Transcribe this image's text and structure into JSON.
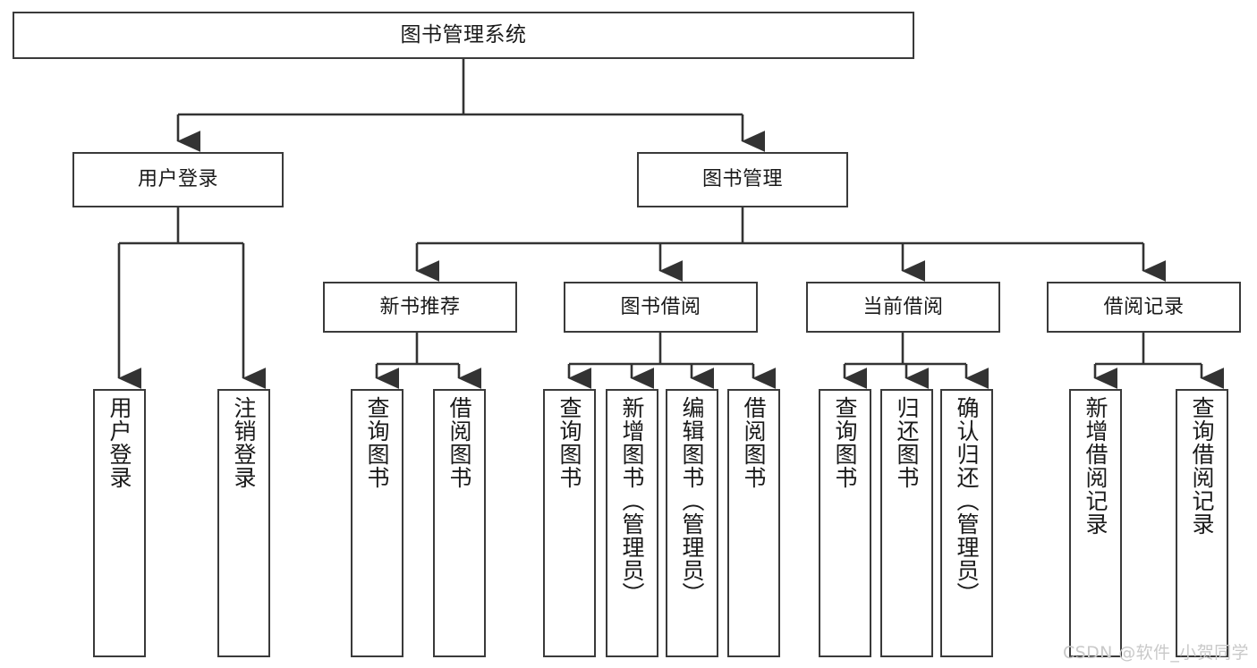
{
  "diagram": {
    "title": "图书管理系统",
    "type": "tree-hierarchy",
    "orientation": "top-down",
    "colors": {
      "box_border": "#3a3a3a",
      "box_fill": "#ffffff",
      "edge": "#333333",
      "text": "#1a1a1a",
      "background": "#ffffff",
      "watermark": "#c9c9c9"
    },
    "watermark": "CSDN @软件_小贺同学"
  },
  "nodes": {
    "root": {
      "label": "图书管理系统"
    },
    "level1": [
      {
        "label": "用户登录"
      },
      {
        "label": "图书管理"
      }
    ],
    "level2": [
      {
        "label": "新书推荐"
      },
      {
        "label": "图书借阅"
      },
      {
        "label": "当前借阅"
      },
      {
        "label": "借阅记录"
      }
    ],
    "leaves": {
      "user_login": [
        {
          "label": "用户登录"
        },
        {
          "label": "注销登录"
        }
      ],
      "new_book": [
        {
          "label": "查询图书"
        },
        {
          "label": "借阅图书"
        }
      ],
      "borrow_book": [
        {
          "label": "查询图书"
        },
        {
          "label": "新增图书（管理员）"
        },
        {
          "label": "编辑图书（管理员）"
        },
        {
          "label": "借阅图书"
        }
      ],
      "current_borrow": [
        {
          "label": "查询图书"
        },
        {
          "label": "归还图书"
        },
        {
          "label": "确认归还（管理员）"
        }
      ],
      "borrow_record": [
        {
          "label": "新增借阅记录"
        },
        {
          "label": "查询借阅记录"
        }
      ]
    }
  }
}
